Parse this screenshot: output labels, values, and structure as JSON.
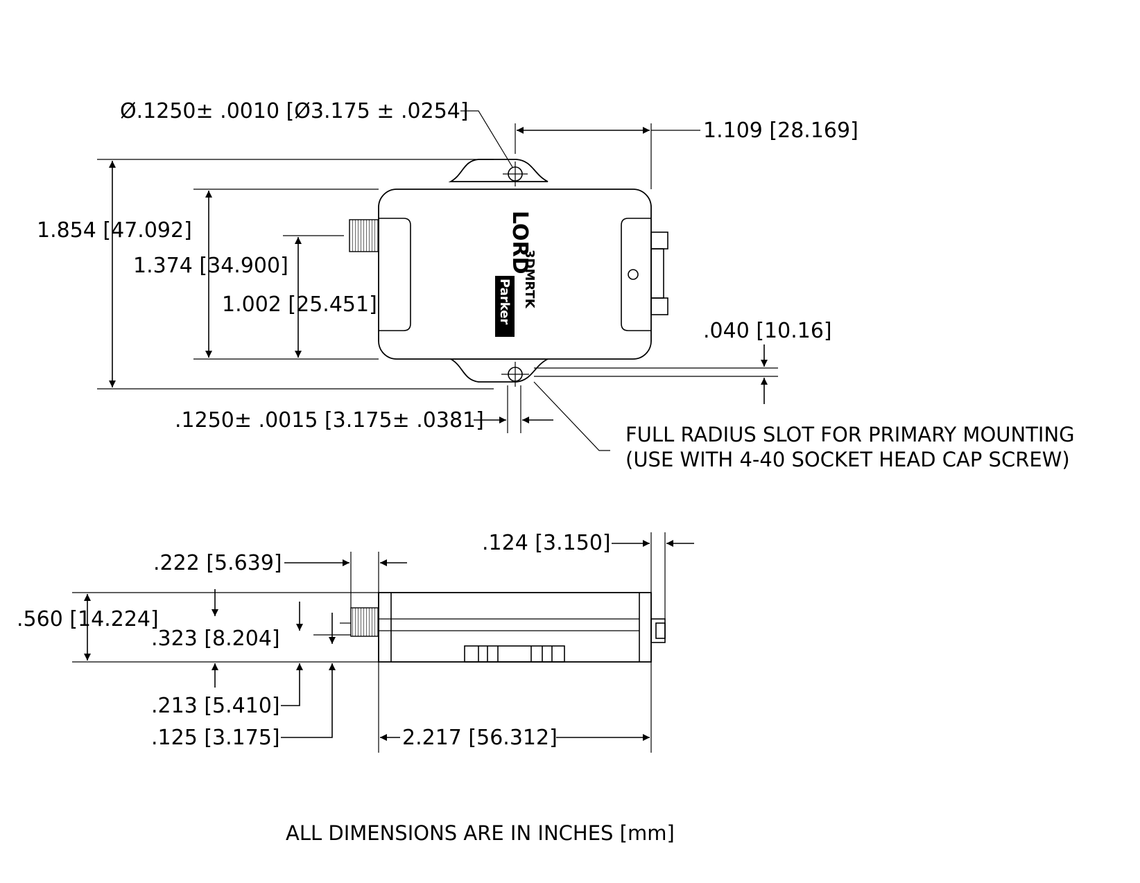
{
  "top_view": {
    "hole_dia": "Ø.1250± .0010 [Ø3.175 ± .0254]",
    "width_to_connector": "1.109 [28.169]",
    "overall_height": "1.854 [47.092]",
    "body_height": "1.374 [34.900]",
    "connector_height": "1.002 [25.451]",
    "flange_thickness": ".040 [10.16]",
    "slot_width": ".1250± .0015 [3.175± .0381]",
    "slot_note_line1": "FULL RADIUS SLOT FOR PRIMARY MOUNTING",
    "slot_note_line2": "(USE WITH 4-40 SOCKET HEAD CAP SCREW)",
    "logo_brand": "LORD",
    "logo_parker": "Parker",
    "logo_model": "3DMRTK"
  },
  "side_view": {
    "connector_offset": ".124 [3.150]",
    "sma_length": ".222 [5.639]",
    "overall_thickness": ".560 [14.224]",
    "sma_center": ".323 [8.204]",
    "connector_center": ".213 [5.410]",
    "base_thickness": ".125 [3.175]",
    "body_length": "2.217 [56.312]"
  },
  "footer_note": "ALL DIMENSIONS ARE IN INCHES [mm]"
}
